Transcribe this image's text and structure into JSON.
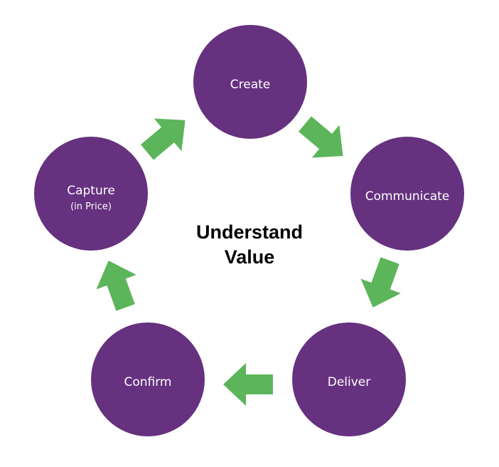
{
  "colors": {
    "node_fill": "#66317f",
    "arrow_fill": "#5cb55b",
    "node_text": "#ffffff",
    "center_text": "#000000"
  },
  "center": {
    "line1": "Understand",
    "line2": "Value"
  },
  "nodes": [
    {
      "id": "create",
      "label": "Create",
      "sublabel": ""
    },
    {
      "id": "communicate",
      "label": "Communicate",
      "sublabel": ""
    },
    {
      "id": "deliver",
      "label": "Deliver",
      "sublabel": ""
    },
    {
      "id": "confirm",
      "label": "Confirm",
      "sublabel": ""
    },
    {
      "id": "capture",
      "label": "Capture",
      "sublabel": "(in Price)"
    }
  ],
  "arrows": [
    {
      "from": "create",
      "to": "communicate",
      "icon": "arrow-right-down"
    },
    {
      "from": "communicate",
      "to": "deliver",
      "icon": "arrow-down"
    },
    {
      "from": "deliver",
      "to": "confirm",
      "icon": "arrow-left"
    },
    {
      "from": "confirm",
      "to": "capture",
      "icon": "arrow-up"
    },
    {
      "from": "capture",
      "to": "create",
      "icon": "arrow-up-right"
    }
  ]
}
